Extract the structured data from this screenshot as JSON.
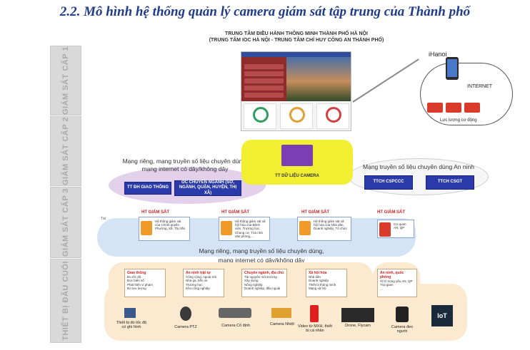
{
  "title": "2.2. Mô hình hệ thống quản lý camera giám sát tập trung của Thành phố",
  "levels": [
    "GIÁM SÁT CẤP 1",
    "GIÁM SÁT CẤP 2",
    "GIÁM SÁT CẤP 3",
    "THIẾT BỊ ĐẦU CUỐI"
  ],
  "header": {
    "line1": "TRUNG TÂM ĐIỀU HÀNH THÔNG MINH THÀNH PHỐ HÀ NỘI",
    "line2": "(TRUNG TÂM IOC HÀ NỘI - TRUNG TÂM CHỈ HUY CÔNG AN THÀNH PHỐ)"
  },
  "cloud": {
    "ihanoi": "iHanoi",
    "internet": "INTERNET",
    "force": "Lực lượng cơ động"
  },
  "data_center": {
    "label": "TT DỮ LIỆU CAMERA"
  },
  "left_network": {
    "text": "Mạng riêng, mạng truyền số liệu chuyên dùng, mạng internet có dây/không dây",
    "box1": "TT ĐH GIAO THÔNG",
    "box2": "OC CHUYÊN NGÀNH (SỞ, NGÀNH, QUẬN, HUYỆN, THỊ XÃ)"
  },
  "right_network": {
    "text": "Mạng truyền số liệu chuyên dùng An ninh",
    "box1": "TTCH CSPCCC",
    "box2": "TTCH CSGT"
  },
  "tax_label": "Tài",
  "ht_giam_sat": [
    {
      "label": "HT GIÁM SÁT",
      "desc": "Hệ thống giám sát của Chính quyền Phường, Xã, Thị trấn"
    },
    {
      "label": "HT GIÁM SÁT",
      "desc": "Hệ thống giám sát xã hội hóa của Bệnh viện, Trường học, Chung cư, Tòa nhà văn phòng,..."
    },
    {
      "label": "HT GIÁM SÁT",
      "desc": "Hệ thống giám sát xã hội hóa của Nhà dân, Doanh nghiệp, Tổ chức"
    },
    {
      "label": "HT GIÁM SÁT",
      "desc": "Cơ quan AN, QP"
    }
  ],
  "mid_network": {
    "line1": "Mạng riêng, mạng truyền số liệu chuyên dùng,",
    "line2": "mạng internet có dây/không dây"
  },
  "sectors": [
    {
      "title": "Giao thông",
      "items": [
        "Đo tốc độ",
        "Đọc biển số",
        "Phát hiện vi phạm",
        "Đo lưu lượng"
      ]
    },
    {
      "title": "An ninh trật tự",
      "items": [
        "Công cộng, ngoài trời",
        "Nhà ga, bến xe",
        "Trường học",
        "Khu công nghiệp"
      ]
    },
    {
      "title": "Chuyên ngành, địa chủ",
      "items": [
        "Tài nguyên môi trường",
        "Xây dựng",
        "Nông nghiệp",
        "Doanh nghiệp, đầu ngoài"
      ]
    },
    {
      "title": "Xã hội hóa",
      "items": [
        "Nhà dân",
        "Doanh nghiệp",
        "Thiết bị thông minh",
        "Mạng xã hội"
      ]
    },
    {
      "title": "An ninh, quốc phòng",
      "items": [
        "Vị trí trọng yếu AN, QP",
        "Trại giam",
        "..."
      ]
    }
  ],
  "devices": [
    {
      "icon": "speed-sensor-icon",
      "label": "Thiết bị đo tốc độ có ghi hình"
    },
    {
      "icon": "ptz-camera-icon",
      "label": "Camera PTZ"
    },
    {
      "icon": "fixed-camera-icon",
      "label": "Camera Cố định"
    },
    {
      "icon": "thermal-camera-icon",
      "label": "Camera Nhiệt"
    },
    {
      "icon": "video-icon",
      "label": "Video từ MXH, thiết bị cá nhân"
    },
    {
      "icon": "drone-icon",
      "label": "Drone, Flycam"
    },
    {
      "icon": "body-camera-icon",
      "label": "Camera đeo người"
    },
    {
      "icon": "iot-icon",
      "label": "IoT"
    }
  ],
  "colors": {
    "title": "#1f3b8c",
    "data_center": "#f2ef33",
    "network_oval": "#e3d1ec",
    "mid_band": "#d4e4f6",
    "device_band": "#fbe9d0",
    "blue_box": "#2a3aa8",
    "alert_red": "#d02020"
  }
}
